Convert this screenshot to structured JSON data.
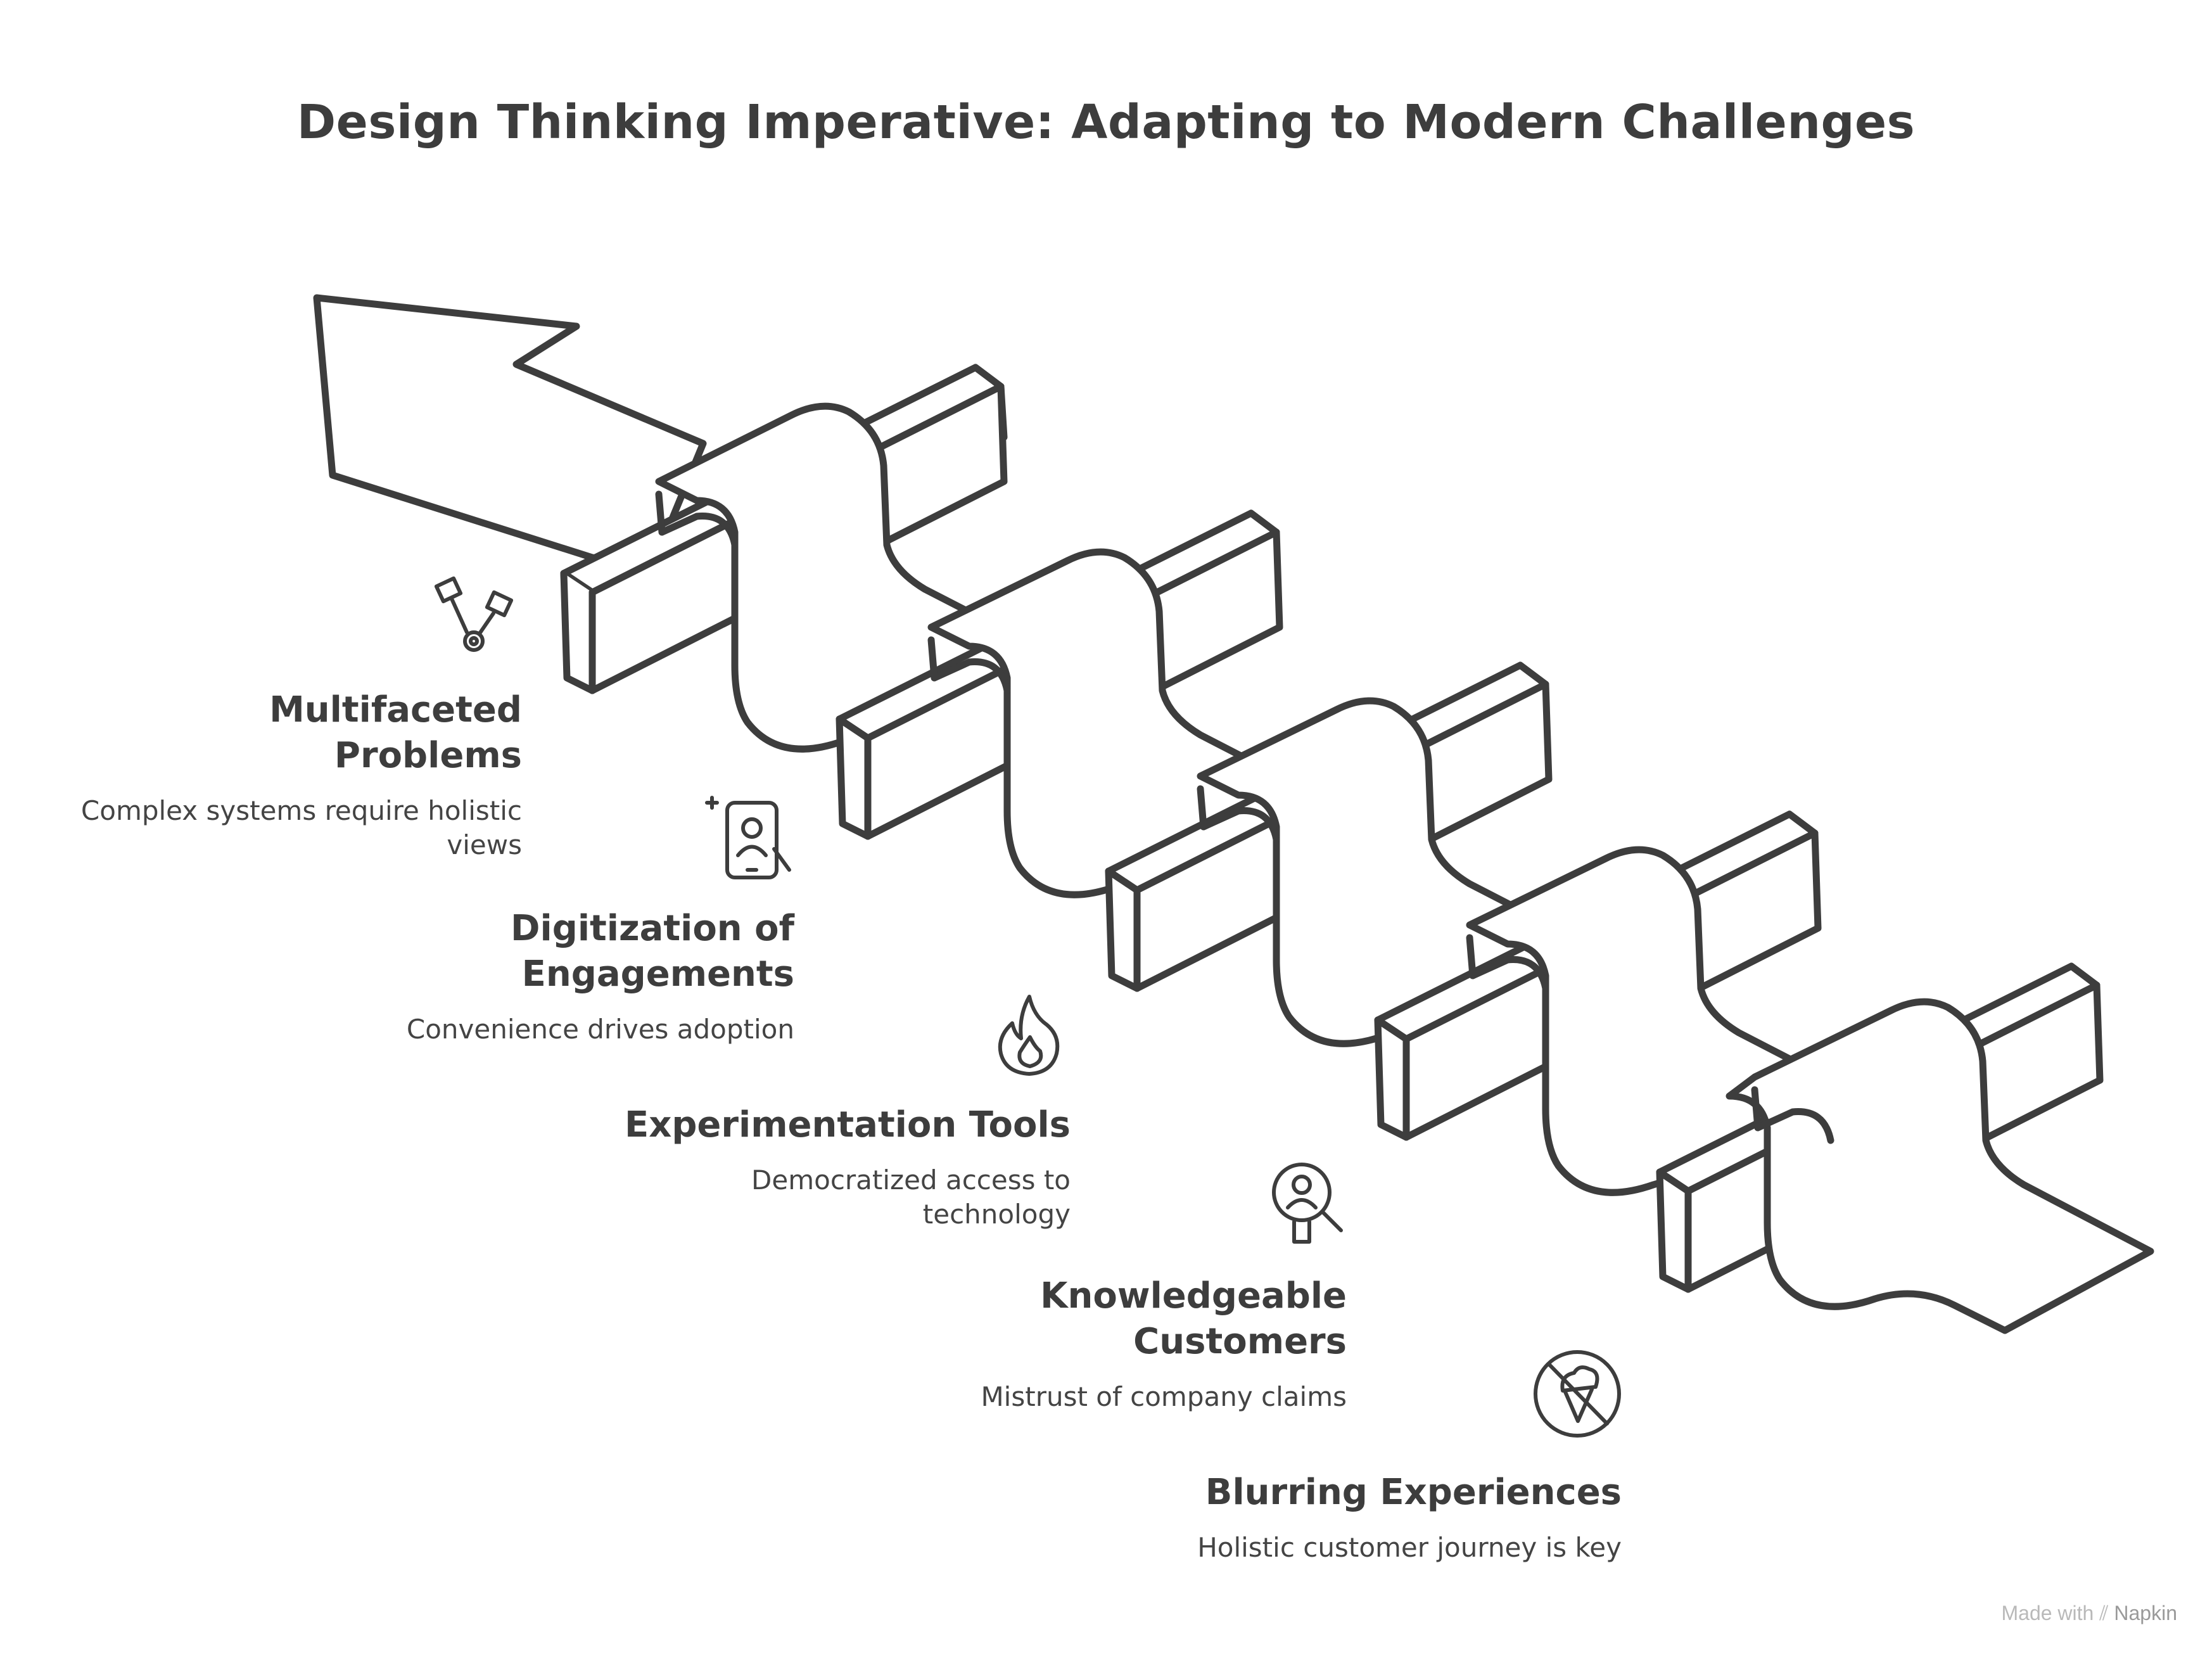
{
  "title": "Design Thinking Imperative: Adapting to Modern Challenges",
  "items": [
    {
      "heading_lines": [
        "Multifaceted",
        "Problems"
      ],
      "desc_lines": [
        "Complex systems require holistic",
        "views"
      ],
      "icon": "gears-icon"
    },
    {
      "heading_lines": [
        "Digitization of",
        "Engagements"
      ],
      "desc_lines": [
        "Convenience drives adoption"
      ],
      "icon": "smartphone-user-icon"
    },
    {
      "heading_lines": [
        "Experimentation Tools"
      ],
      "desc_lines": [
        "Democratized access to",
        "technology"
      ],
      "icon": "flame-icon"
    },
    {
      "heading_lines": [
        "Knowledgeable",
        "Customers"
      ],
      "desc_lines": [
        "Mistrust of company claims"
      ],
      "icon": "user-magnifier-icon"
    },
    {
      "heading_lines": [
        "Blurring Experiences"
      ],
      "desc_lines": [
        "Holistic customer journey is key"
      ],
      "icon": "no-ice-cream-icon"
    }
  ],
  "watermark": {
    "prefix": "Made with",
    "brand": "Napkin"
  },
  "colors": {
    "ink": "#3d3d3d",
    "background": "#ffffff",
    "watermark": "#b9b9b9"
  }
}
